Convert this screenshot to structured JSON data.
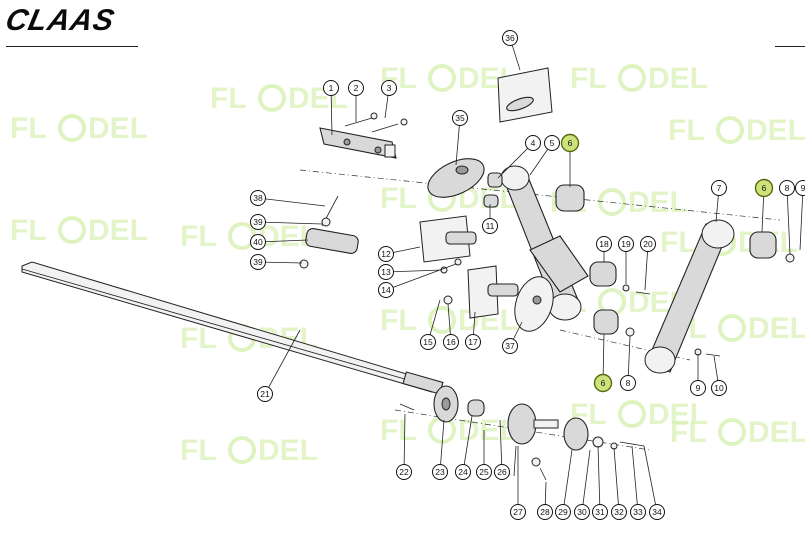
{
  "header": {
    "brand_logo": "CLAAS"
  },
  "watermark": {
    "text_left": "FL",
    "text_right": "DEL"
  },
  "callouts": [
    {
      "label": "1"
    },
    {
      "label": "2"
    },
    {
      "label": "3"
    },
    {
      "label": "36"
    },
    {
      "label": "35"
    },
    {
      "label": "4"
    },
    {
      "label": "5"
    },
    {
      "label": "6",
      "highlighted": true
    },
    {
      "label": "11"
    },
    {
      "label": "38"
    },
    {
      "label": "39"
    },
    {
      "label": "40"
    },
    {
      "label": "39"
    },
    {
      "label": "12"
    },
    {
      "label": "13"
    },
    {
      "label": "14"
    },
    {
      "label": "15"
    },
    {
      "label": "16"
    },
    {
      "label": "17"
    },
    {
      "label": "37"
    },
    {
      "label": "18"
    },
    {
      "label": "19"
    },
    {
      "label": "20"
    },
    {
      "label": "7"
    },
    {
      "label": "6",
      "highlighted": true
    },
    {
      "label": "8"
    },
    {
      "label": "9"
    },
    {
      "label": "6",
      "highlighted": true
    },
    {
      "label": "8"
    },
    {
      "label": "9"
    },
    {
      "label": "10"
    },
    {
      "label": "21"
    },
    {
      "label": "22"
    },
    {
      "label": "23"
    },
    {
      "label": "24"
    },
    {
      "label": "25"
    },
    {
      "label": "26"
    },
    {
      "label": "27"
    },
    {
      "label": "28"
    },
    {
      "label": "29"
    },
    {
      "label": "30"
    },
    {
      "label": "31"
    },
    {
      "label": "32"
    },
    {
      "label": "33"
    },
    {
      "label": "34"
    }
  ]
}
